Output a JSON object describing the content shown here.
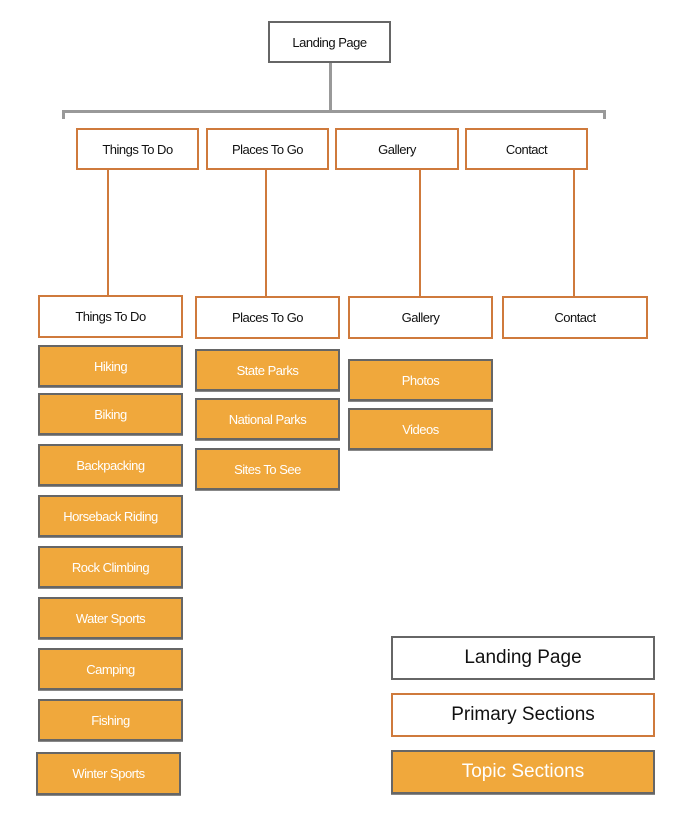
{
  "landing": {
    "label": "Landing Page"
  },
  "primary_nav": [
    {
      "label": "Things To Do"
    },
    {
      "label": "Places To Go"
    },
    {
      "label": "Gallery"
    },
    {
      "label": "Contact"
    }
  ],
  "sections": [
    {
      "label": "Things To Do",
      "topics": [
        "Hiking",
        "Biking",
        "Backpacking",
        "Horseback Riding",
        "Rock Climbing",
        "Water Sports",
        "Camping",
        "Fishing",
        "Winter Sports"
      ]
    },
    {
      "label": "Places To Go",
      "topics": [
        "State Parks",
        "National Parks",
        "Sites To See"
      ]
    },
    {
      "label": "Gallery",
      "topics": [
        "Photos",
        "Videos"
      ]
    },
    {
      "label": "Contact",
      "topics": []
    }
  ],
  "legend": {
    "landing": "Landing Page",
    "primary": "Primary Sections",
    "topic": "Topic Sections"
  },
  "colors": {
    "landing_border": "#666666",
    "primary_border": "#cf7a3c",
    "topic_fill": "#f0a83c",
    "connector_gray": "#999999",
    "connector_orange": "#cf7a3c"
  }
}
